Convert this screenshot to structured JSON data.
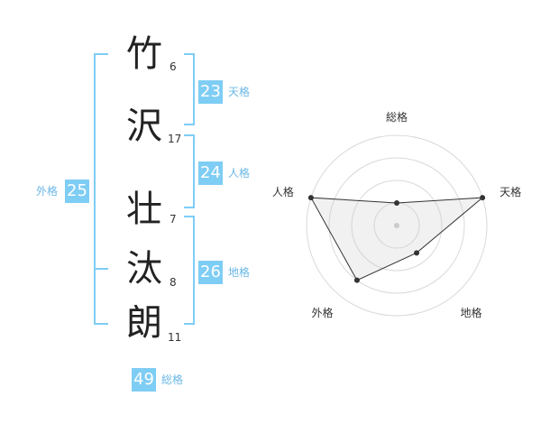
{
  "name_chars": [
    {
      "char": "竹",
      "strokes": "6"
    },
    {
      "char": "沢",
      "strokes": "17"
    },
    {
      "char": "壮",
      "strokes": "7"
    },
    {
      "char": "汰",
      "strokes": "8"
    },
    {
      "char": "朗",
      "strokes": "11"
    }
  ],
  "fortunes": {
    "tenkaku": {
      "value": "23",
      "label": "天格"
    },
    "jinkaku": {
      "value": "24",
      "label": "人格"
    },
    "chikaku": {
      "value": "26",
      "label": "地格"
    },
    "gaikaku": {
      "value": "25",
      "label": "外格"
    },
    "soukaku": {
      "value": "49",
      "label": "総格"
    }
  },
  "colors": {
    "accent": "#7ecdf4",
    "accent_text": "#6ab8e6"
  },
  "chart_data": {
    "type": "radar",
    "axes": [
      "総格",
      "天格",
      "地格",
      "外格",
      "人格"
    ],
    "values": [
      1,
      4,
      1.5,
      3,
      4
    ],
    "rmax": 4,
    "rings": 4
  }
}
